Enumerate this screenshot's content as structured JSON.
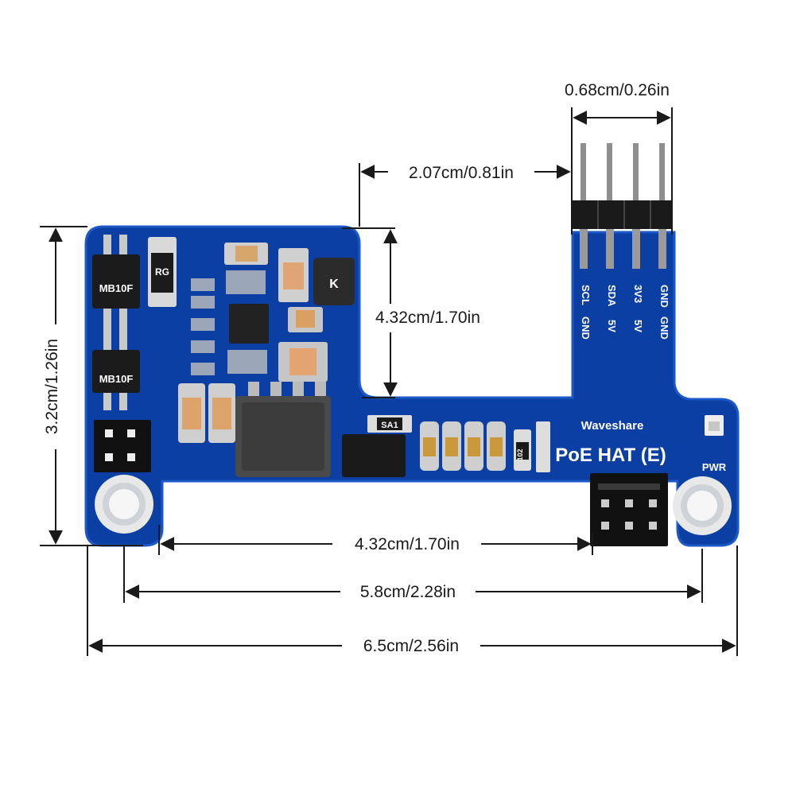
{
  "board": {
    "name": "PoE HAT (E)",
    "brand": "Waveshare",
    "pwr_label": "PWR",
    "chip_labels": {
      "bridge_top": "MB10F",
      "bridge_bottom": "MB10F",
      "diode": "RG",
      "sa1": "SA1",
      "res_102": "102",
      "inductor": "K"
    },
    "pins": {
      "row1": [
        "SCL",
        "SDA",
        "3V3",
        "GND"
      ],
      "row2": [
        "GND",
        "5V",
        "5V",
        "GND"
      ]
    },
    "colors": {
      "pcb": "#0a3d9e",
      "pcb_edge": "#1a52c0",
      "silk": "#ffffff",
      "dim_line": "#1a1a1a"
    }
  },
  "dimensions": {
    "pin_pitch": "0.68cm/0.26in",
    "header_offset": "2.07cm/0.81in",
    "inner_height": "4.32cm/1.70in",
    "board_height": "3.2cm/1.26in",
    "inner_width": "4.32cm/1.70in",
    "hole_spacing": "5.8cm/2.28in",
    "board_width": "6.5cm/2.56in"
  }
}
